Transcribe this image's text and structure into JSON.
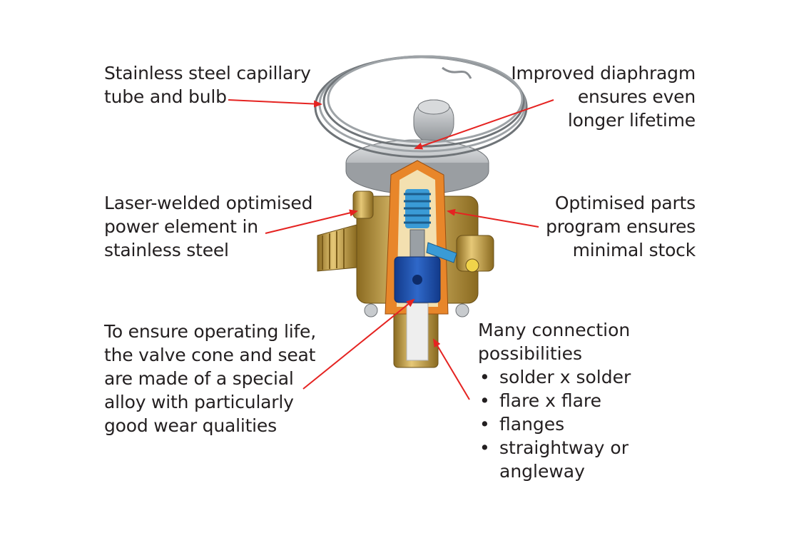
{
  "labels": {
    "capillary": "Stainless steel capillary\ntube and bulb",
    "diaphragm": "Improved diaphragm\nensures even\nlonger lifetime",
    "power_element": "Laser-welded optimised\npower element in\nstainless steel",
    "parts_program": "Optimised parts\nprogram ensures\nminimal stock",
    "valve_cone": "To ensure operating life,\nthe valve cone and seat\nare made of a special\nalloy with particularly\ngood wear qualities"
  },
  "connections": {
    "heading": "Many connection\npossibilities",
    "items": [
      "solder x solder",
      "flare x flare",
      "flanges",
      "straightway or\nangleway"
    ]
  },
  "colors": {
    "arrow": "#e52321",
    "brass": "#c9a24a",
    "steel": "#b8bcc0",
    "cutaway": "#e8862a",
    "spring": "#3a9bd6",
    "cone": "#1f4fa8"
  }
}
